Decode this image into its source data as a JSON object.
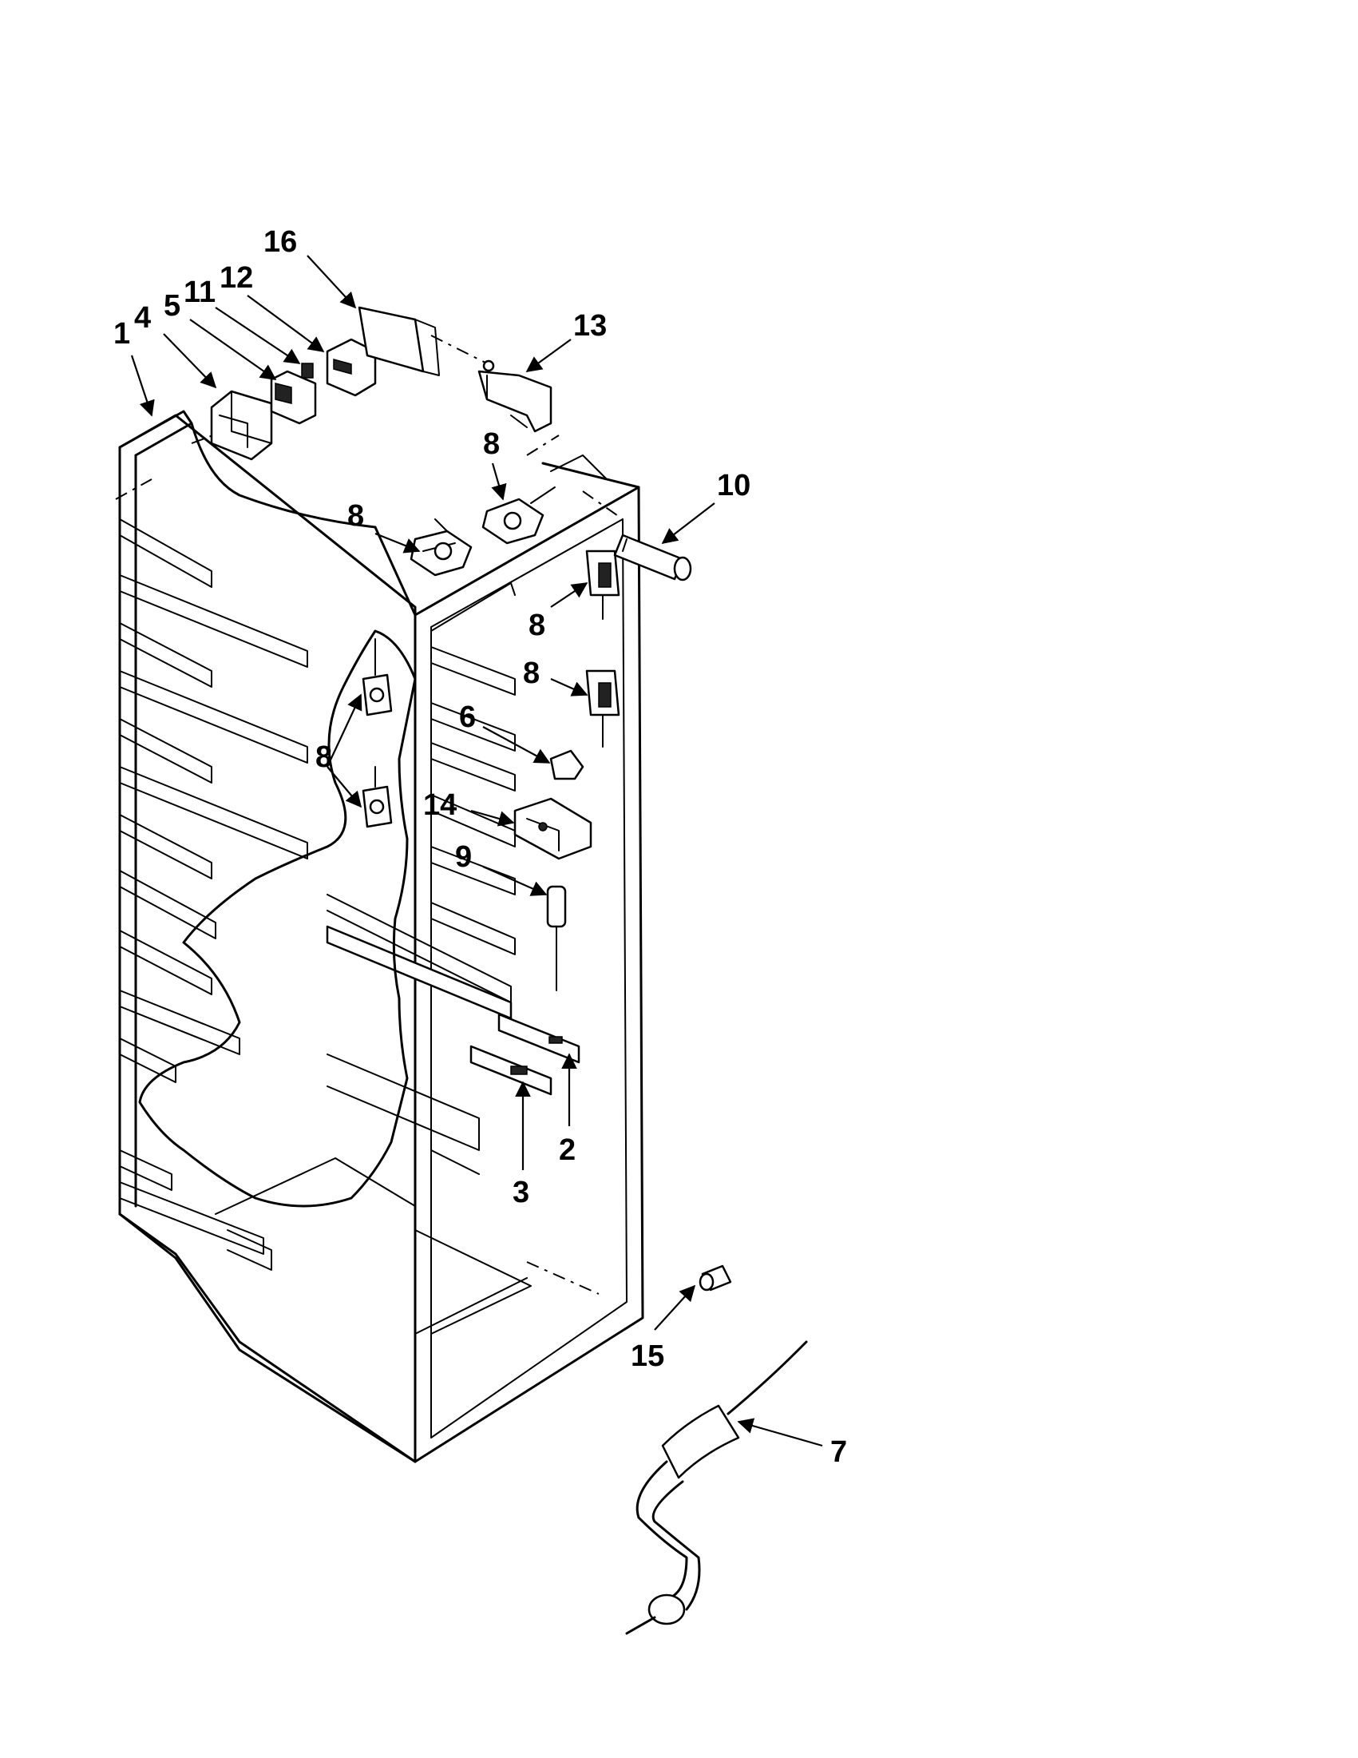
{
  "diagram": {
    "labels": {
      "c1": "1",
      "c2": "2",
      "c3": "3",
      "c4": "4",
      "c5": "5",
      "c6": "6",
      "c7": "7",
      "c8": "8",
      "c9": "9",
      "c10": "10",
      "c11": "11",
      "c12": "12",
      "c13": "13",
      "c14": "14",
      "c15": "15",
      "c16": "16"
    },
    "colors": {
      "ink": "#000000",
      "paper": "#ffffff"
    }
  }
}
